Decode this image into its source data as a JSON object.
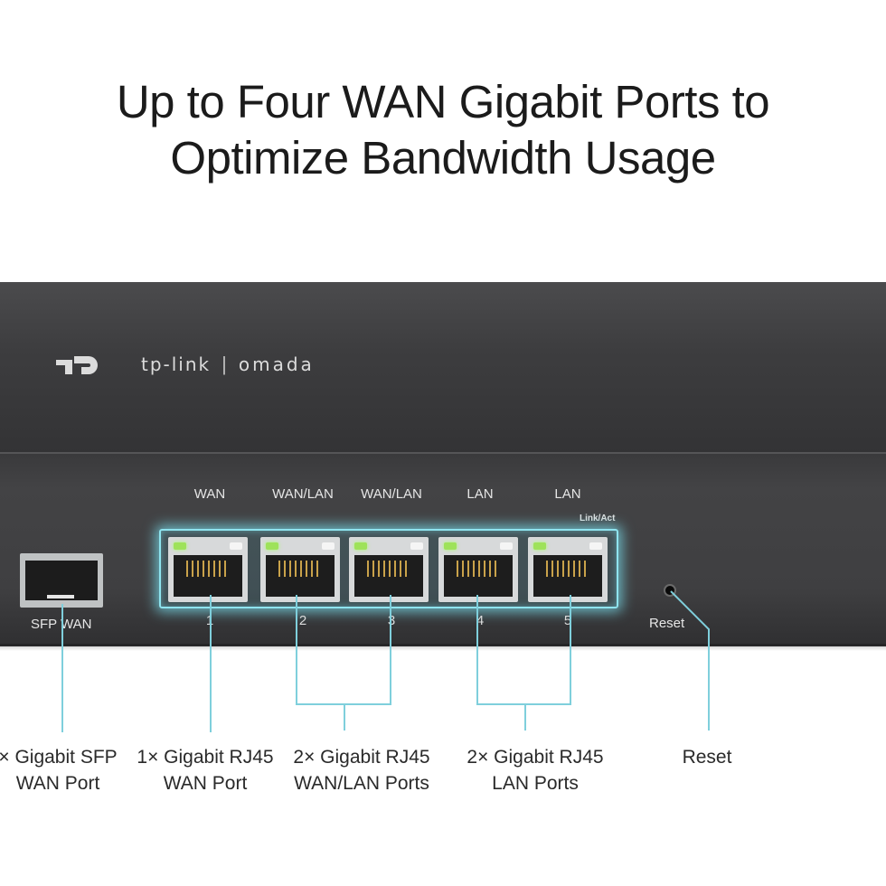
{
  "headline": {
    "line1": "Up to Four WAN Gigabit Ports to",
    "line2": "Optimize Bandwidth Usage"
  },
  "brand": {
    "name": "tp-link",
    "separator": "|",
    "product": "omada"
  },
  "port_labels": [
    "WAN",
    "WAN/LAN",
    "WAN/LAN",
    "LAN",
    "LAN"
  ],
  "link_act_label": "Link/Act",
  "port_numbers": [
    "1",
    "2",
    "3",
    "4",
    "5"
  ],
  "sfp_label": "SFP WAN",
  "reset_label": "Reset",
  "callouts": [
    {
      "line1": "× Gigabit SFP",
      "line2": "WAN Port"
    },
    {
      "line1": "1× Gigabit RJ45",
      "line2": "WAN Port"
    },
    {
      "line1": "2× Gigabit RJ45",
      "line2": "WAN/LAN Ports"
    },
    {
      "line1": "2× Gigabit RJ45",
      "line2": "LAN Ports"
    },
    {
      "line1": "Reset",
      "line2": ""
    }
  ],
  "colors": {
    "highlight": "#8fe4ef",
    "callout_line": "#7fcfdc",
    "led_green": "#9ee25a"
  }
}
